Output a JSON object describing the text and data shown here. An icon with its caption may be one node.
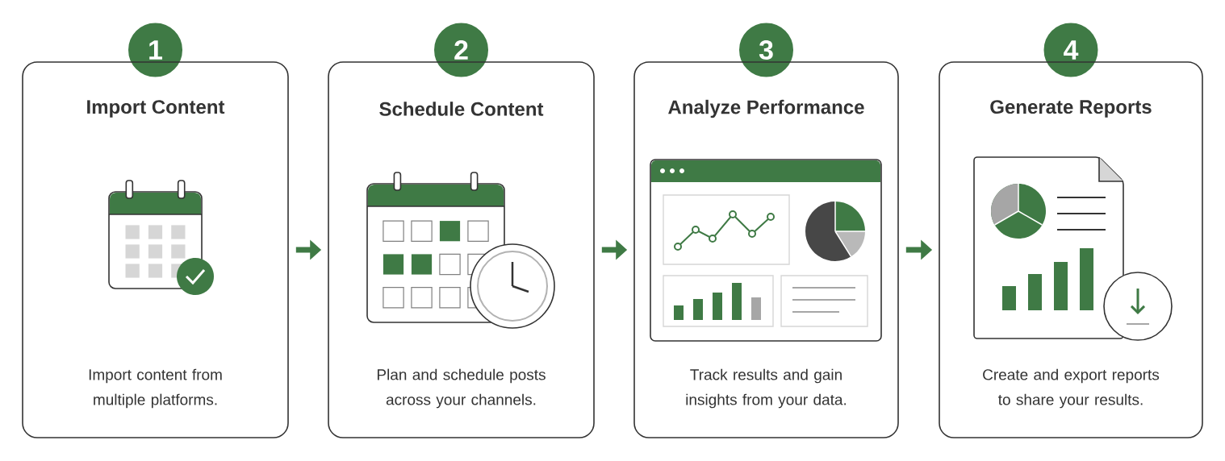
{
  "diagram": {
    "nodes": [
      {
        "text": [
          "1"
        ]
      },
      {
        "text": [
          "Import Content",
          "Import content from multiple platforms."
        ]
      },
      {
        "text": [
          "2"
        ]
      },
      {
        "text": [
          "Schedule Content",
          "Plan and schedule posts across your channels."
        ]
      },
      {
        "text": [
          "3"
        ]
      },
      {
        "text": [
          "Analyze Performance",
          "Track results and gain insights from your data."
        ]
      },
      {
        "text": [
          "4"
        ]
      },
      {
        "text": [
          "Generate Reports",
          "Create and export reports to share your results."
        ]
      }
    ],
    "edges": [
      {
        "from": 1,
        "to": 3,
        "arrow": "to"
      },
      {
        "from": 3,
        "to": 5,
        "arrow": "to"
      },
      {
        "from": 5,
        "to": 7,
        "arrow": "to"
      }
    ]
  }
}
